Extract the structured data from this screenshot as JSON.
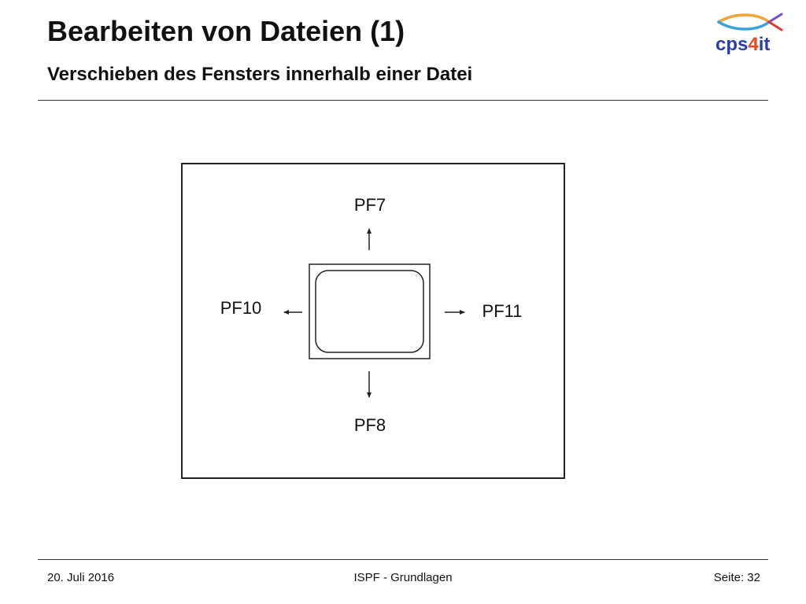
{
  "header": {
    "title": "Bearbeiten von Dateien (1)",
    "subtitle": "Verschieben des Fensters innerhalb einer Datei"
  },
  "logo": {
    "text_cps": "cps",
    "text_4": "4",
    "text_it": "it",
    "colors": {
      "text": "#2a3ea8",
      "accent": "#e8491f",
      "swoosh_blue": "#3aa0e0",
      "swoosh_orange": "#f2a43a",
      "swoosh_red": "#e03a2a",
      "swoosh_purple": "#7a4bd0"
    }
  },
  "diagram": {
    "labels": {
      "up": "PF7",
      "down": "PF8",
      "left": "PF10",
      "right": "PF11"
    },
    "colors": {
      "stroke": "#222222"
    }
  },
  "footer": {
    "date": "20. Juli 2016",
    "center": "ISPF - Grundlagen",
    "page": "Seite: 32"
  }
}
